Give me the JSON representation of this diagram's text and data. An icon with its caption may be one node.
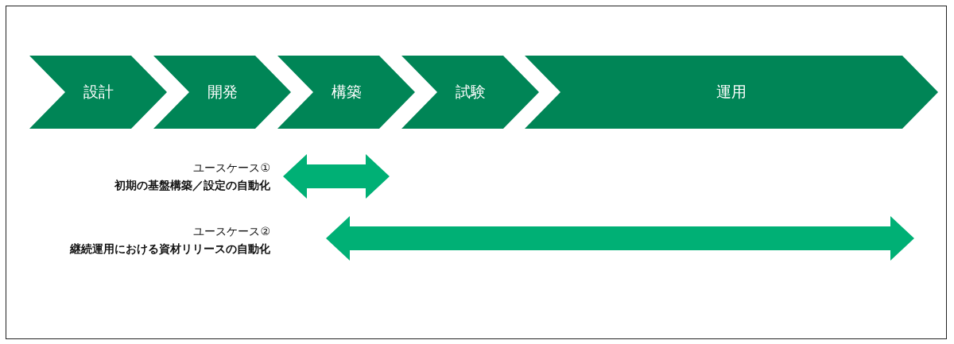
{
  "diagram": {
    "nodes": [
      {
        "text": [
          "設計"
        ]
      },
      {
        "text": [
          "開発"
        ]
      },
      {
        "text": [
          "構築"
        ]
      },
      {
        "text": [
          "試験"
        ]
      },
      {
        "text": [
          "運用"
        ]
      }
    ],
    "labels": [
      "ユースケース①",
      "初期の基盤構築／設定の自動化",
      "ユースケース②",
      "継続運用における資材リリースの自動化"
    ]
  }
}
